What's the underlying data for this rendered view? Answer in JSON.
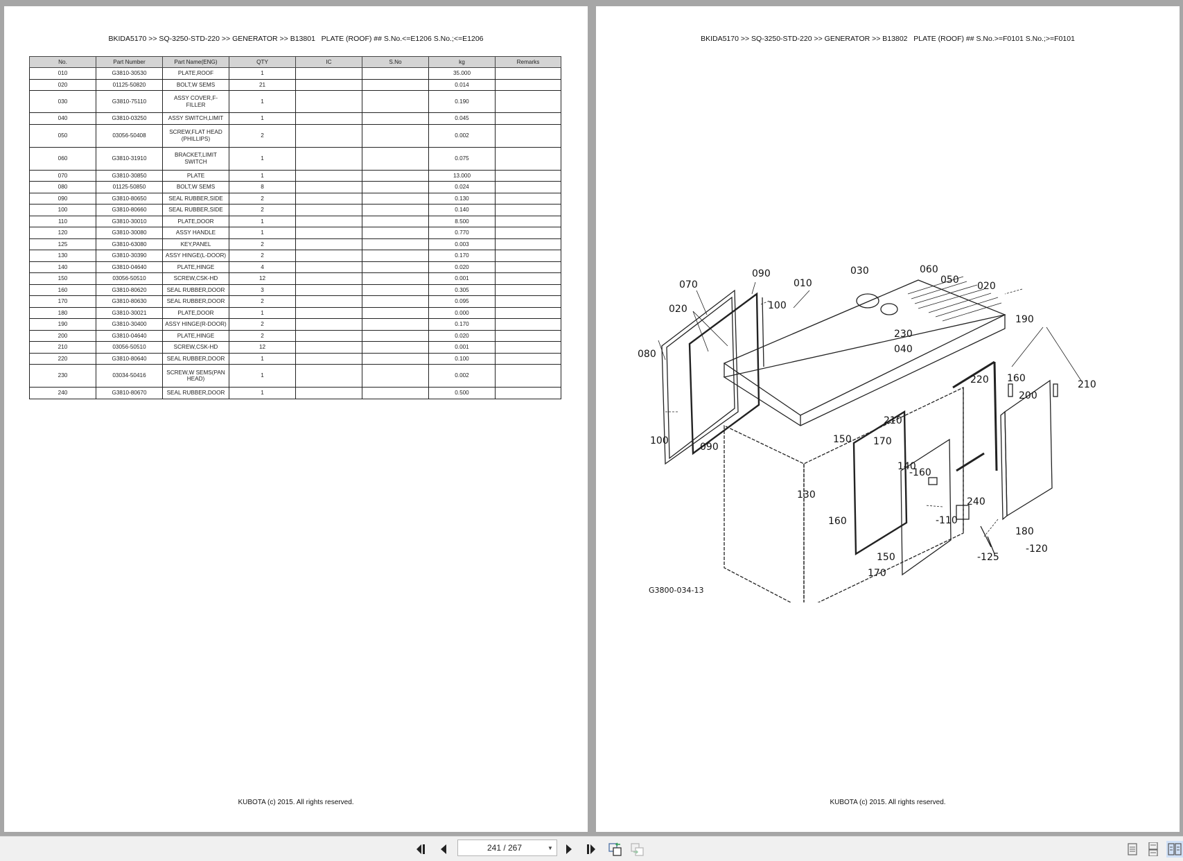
{
  "left_page": {
    "header": "BKIDA5170 >> SQ-3250-STD-220 >> GENERATOR >> B13801   PLATE (ROOF) ## S.No.<=E1206 S.No.;<=E1206",
    "footer": "KUBOTA (c) 2015. All rights reserved.",
    "table": {
      "columns": [
        "No.",
        "Part Number",
        "Part Name(ENG)",
        "QTY",
        "IC",
        "S.No",
        "kg",
        "Remarks"
      ],
      "rows": [
        {
          "no": "010",
          "part_number": "G3810-30530",
          "name": "PLATE,ROOF",
          "qty": "1",
          "ic": "",
          "sno": "",
          "kg": "35.000",
          "remarks": ""
        },
        {
          "no": "020",
          "part_number": "01125-50820",
          "name": "BOLT,W SEMS",
          "qty": "21",
          "ic": "",
          "sno": "",
          "kg": "0.014",
          "remarks": ""
        },
        {
          "no": "030",
          "part_number": "G3810-75110",
          "name": "ASSY COVER,F-FILLER",
          "qty": "1",
          "ic": "",
          "sno": "",
          "kg": "0.190",
          "remarks": ""
        },
        {
          "no": "040",
          "part_number": "G3810-03250",
          "name": "ASSY SWITCH,LIMIT",
          "qty": "1",
          "ic": "",
          "sno": "",
          "kg": "0.045",
          "remarks": ""
        },
        {
          "no": "050",
          "part_number": "03056-50408",
          "name": "SCREW,FLAT HEAD (PHILLIPS)",
          "qty": "2",
          "ic": "",
          "sno": "",
          "kg": "0.002",
          "remarks": ""
        },
        {
          "no": "060",
          "part_number": "G3810-31910",
          "name": "BRACKET,LIMIT SWITCH",
          "qty": "1",
          "ic": "",
          "sno": "",
          "kg": "0.075",
          "remarks": ""
        },
        {
          "no": "070",
          "part_number": "G3810-30850",
          "name": "PLATE",
          "qty": "1",
          "ic": "",
          "sno": "",
          "kg": "13.000",
          "remarks": ""
        },
        {
          "no": "080",
          "part_number": "01125-50850",
          "name": "BOLT,W SEMS",
          "qty": "8",
          "ic": "",
          "sno": "",
          "kg": "0.024",
          "remarks": ""
        },
        {
          "no": "090",
          "part_number": "G3810-80650",
          "name": "SEAL RUBBER,SIDE",
          "qty": "2",
          "ic": "",
          "sno": "",
          "kg": "0.130",
          "remarks": ""
        },
        {
          "no": "100",
          "part_number": "G3810-80660",
          "name": "SEAL RUBBER,SIDE",
          "qty": "2",
          "ic": "",
          "sno": "",
          "kg": "0.140",
          "remarks": ""
        },
        {
          "no": "110",
          "part_number": "G3810-30010",
          "name": "PLATE,DOOR",
          "qty": "1",
          "ic": "",
          "sno": "",
          "kg": "8.500",
          "remarks": ""
        },
        {
          "no": "120",
          "part_number": "G3810-30080",
          "name": "ASSY HANDLE",
          "qty": "1",
          "ic": "",
          "sno": "",
          "kg": "0.770",
          "remarks": ""
        },
        {
          "no": "125",
          "part_number": "G3810-63080",
          "name": "KEY,PANEL",
          "qty": "2",
          "ic": "",
          "sno": "",
          "kg": "0.003",
          "remarks": ""
        },
        {
          "no": "130",
          "part_number": "G3810-30390",
          "name": "ASSY HINGE(L-DOOR)",
          "qty": "2",
          "ic": "",
          "sno": "",
          "kg": "0.170",
          "remarks": ""
        },
        {
          "no": "140",
          "part_number": "G3810-04640",
          "name": "PLATE,HINGE",
          "qty": "4",
          "ic": "",
          "sno": "",
          "kg": "0.020",
          "remarks": ""
        },
        {
          "no": "150",
          "part_number": "03056-50510",
          "name": "SCREW,CSK-HD",
          "qty": "12",
          "ic": "",
          "sno": "",
          "kg": "0.001",
          "remarks": ""
        },
        {
          "no": "160",
          "part_number": "G3810-80620",
          "name": "SEAL RUBBER,DOOR",
          "qty": "3",
          "ic": "",
          "sno": "",
          "kg": "0.305",
          "remarks": ""
        },
        {
          "no": "170",
          "part_number": "G3810-80630",
          "name": "SEAL RUBBER,DOOR",
          "qty": "2",
          "ic": "",
          "sno": "",
          "kg": "0.095",
          "remarks": ""
        },
        {
          "no": "180",
          "part_number": "G3810-30021",
          "name": "PLATE,DOOR",
          "qty": "1",
          "ic": "",
          "sno": "",
          "kg": "0.000",
          "remarks": ""
        },
        {
          "no": "190",
          "part_number": "G3810-30400",
          "name": "ASSY HINGE(R-DOOR)",
          "qty": "2",
          "ic": "",
          "sno": "",
          "kg": "0.170",
          "remarks": ""
        },
        {
          "no": "200",
          "part_number": "G3810-04640",
          "name": "PLATE,HINGE",
          "qty": "2",
          "ic": "",
          "sno": "",
          "kg": "0.020",
          "remarks": ""
        },
        {
          "no": "210",
          "part_number": "03056-50510",
          "name": "SCREW,CSK-HD",
          "qty": "12",
          "ic": "",
          "sno": "",
          "kg": "0.001",
          "remarks": ""
        },
        {
          "no": "220",
          "part_number": "G3810-80640",
          "name": "SEAL RUBBER,DOOR",
          "qty": "1",
          "ic": "",
          "sno": "",
          "kg": "0.100",
          "remarks": ""
        },
        {
          "no": "230",
          "part_number": "03034-50416",
          "name": "SCREW,W SEMS(PAN HEAD)",
          "qty": "1",
          "ic": "",
          "sno": "",
          "kg": "0.002",
          "remarks": ""
        },
        {
          "no": "240",
          "part_number": "G3810-80670",
          "name": "SEAL RUBBER,DOOR",
          "qty": "1",
          "ic": "",
          "sno": "",
          "kg": "0.500",
          "remarks": ""
        }
      ]
    }
  },
  "right_page": {
    "header": "BKIDA5170 >> SQ-3250-STD-220 >> GENERATOR >> B13802   PLATE (ROOF) ## S.No.>=F0101 S.No.;>=F0101",
    "footer": "KUBOTA (c) 2015. All rights reserved.",
    "figure_id": "G3800-034-13",
    "callouts": [
      "010",
      "020",
      "030",
      "040",
      "050",
      "060",
      "070",
      "080",
      "090",
      "100",
      "110",
      "120",
      "125",
      "130",
      "140",
      "150",
      "160",
      "170",
      "180",
      "190",
      "200",
      "210",
      "220",
      "230",
      "240"
    ]
  },
  "toolbar": {
    "page_indicator": "241 / 267",
    "current_page": 241,
    "total_pages": 267,
    "buttons": {
      "first": "first-page-icon",
      "prev": "previous-page-icon",
      "next": "next-page-icon",
      "last": "last-page-icon",
      "back_view": "previous-view-icon",
      "forward_view": "next-view-icon",
      "single_page": "single-page-icon",
      "continuous": "continuous-page-icon",
      "two_page": "two-page-icon"
    },
    "active_view": "two_page",
    "accent_color": "#cfe0f7"
  }
}
